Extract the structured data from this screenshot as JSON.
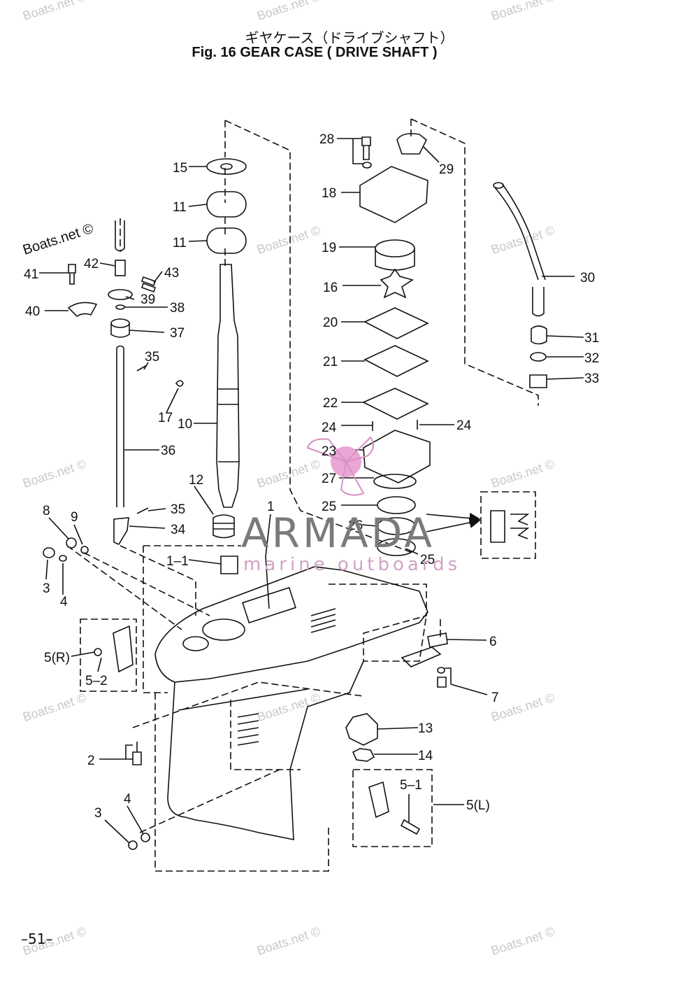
{
  "header": {
    "title_jp": "ギヤケース（ドライブシャフト）",
    "title_en": "Fig. 16   GEAR CASE ( DRIVE SHAFT )"
  },
  "page_number": "–51–",
  "watermark": "Boats.net ©",
  "brand": {
    "name": "ARMADA",
    "tagline": "marine outboards",
    "accent_color": "#d98fc3",
    "text_color": "#7a7a7a"
  },
  "callouts": [
    {
      "id": "c15",
      "label": "15"
    },
    {
      "id": "c11a",
      "label": "11"
    },
    {
      "id": "c11b",
      "label": "11"
    },
    {
      "id": "c41",
      "label": "41"
    },
    {
      "id": "c42",
      "label": "42"
    },
    {
      "id": "c43",
      "label": "43"
    },
    {
      "id": "c39",
      "label": "39"
    },
    {
      "id": "c40",
      "label": "40"
    },
    {
      "id": "c38",
      "label": "38"
    },
    {
      "id": "c37",
      "label": "37"
    },
    {
      "id": "c35a",
      "label": "35"
    },
    {
      "id": "c17",
      "label": "17"
    },
    {
      "id": "c10",
      "label": "10"
    },
    {
      "id": "c36",
      "label": "36"
    },
    {
      "id": "c12",
      "label": "12"
    },
    {
      "id": "c35b",
      "label": "35"
    },
    {
      "id": "c34",
      "label": "34"
    },
    {
      "id": "c8",
      "label": "8"
    },
    {
      "id": "c9",
      "label": "9"
    },
    {
      "id": "c3a",
      "label": "3"
    },
    {
      "id": "c4a",
      "label": "4"
    },
    {
      "id": "c1",
      "label": "1"
    },
    {
      "id": "c1-1",
      "label": "1–1"
    },
    {
      "id": "c5r",
      "label": "5(R)"
    },
    {
      "id": "c5-2",
      "label": "5–2"
    },
    {
      "id": "c2",
      "label": "2"
    },
    {
      "id": "c3b",
      "label": "3"
    },
    {
      "id": "c4b",
      "label": "4"
    },
    {
      "id": "c28",
      "label": "28"
    },
    {
      "id": "c29",
      "label": "29"
    },
    {
      "id": "c18",
      "label": "18"
    },
    {
      "id": "c19",
      "label": "19"
    },
    {
      "id": "c16",
      "label": "16"
    },
    {
      "id": "c20",
      "label": "20"
    },
    {
      "id": "c21",
      "label": "21"
    },
    {
      "id": "c22",
      "label": "22"
    },
    {
      "id": "c24a",
      "label": "24"
    },
    {
      "id": "c24b",
      "label": "24"
    },
    {
      "id": "c23",
      "label": "23"
    },
    {
      "id": "c27",
      "label": "27"
    },
    {
      "id": "c25a",
      "label": "25"
    },
    {
      "id": "c26",
      "label": "26"
    },
    {
      "id": "c25b",
      "label": "25"
    },
    {
      "id": "c30",
      "label": "30"
    },
    {
      "id": "c31",
      "label": "31"
    },
    {
      "id": "c32",
      "label": "32"
    },
    {
      "id": "c33",
      "label": "33"
    },
    {
      "id": "c6",
      "label": "6"
    },
    {
      "id": "c7",
      "label": "7"
    },
    {
      "id": "c13",
      "label": "13"
    },
    {
      "id": "c14",
      "label": "14"
    },
    {
      "id": "c5-1",
      "label": "5–1"
    },
    {
      "id": "c5l",
      "label": "5(L)"
    }
  ]
}
